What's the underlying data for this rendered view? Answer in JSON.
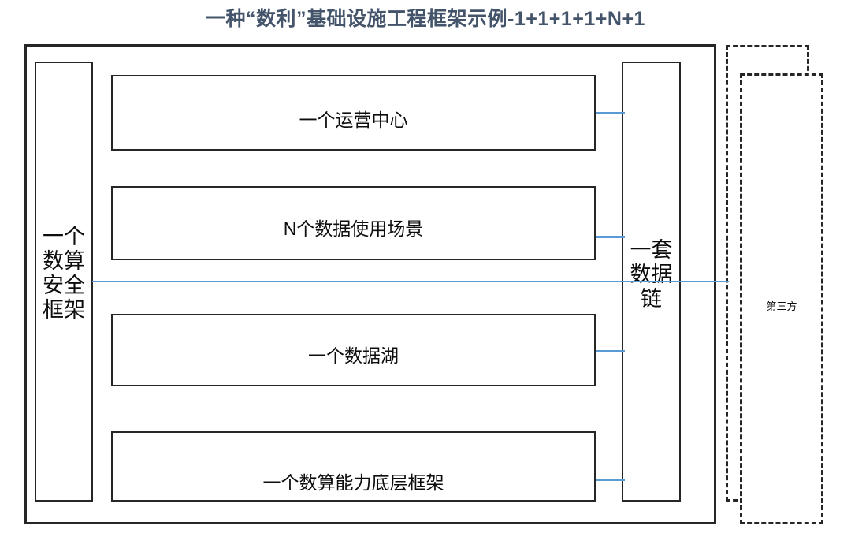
{
  "title": "一种“数利”基础设施工程框架示例-1+1+1+1+N+1",
  "colors": {
    "title": "#44546A",
    "connector": "#5B9BD5",
    "border": "#262626",
    "text": "#0D0D0D",
    "background": "#FFFFFF"
  },
  "diagram": {
    "type": "block-architecture",
    "left_pillar": {
      "label": "一个数算安全框架",
      "lines": [
        "一个",
        "数算",
        "安全",
        "框架"
      ]
    },
    "right_pillar": {
      "label": "一套数据链",
      "lines": [
        "一套",
        "数据",
        "链"
      ]
    },
    "center_blocks": [
      {
        "label": "一个运营中心"
      },
      {
        "label": "N个数据使用场景"
      },
      {
        "label": "一个数据湖"
      },
      {
        "label": "一个数算能力底层框架"
      }
    ],
    "third_party": {
      "label": "第三方"
    },
    "connectors": [
      {
        "from": "一个运营中心",
        "to": "一套数据链"
      },
      {
        "from": "N个数据使用场景",
        "to": "一套数据链"
      },
      {
        "from": "一个数算安全框架",
        "to": "第三方"
      },
      {
        "from": "一个数据湖",
        "to": "一套数据链"
      },
      {
        "from": "一个数算能力底层框架",
        "to": "一套数据链"
      }
    ]
  }
}
